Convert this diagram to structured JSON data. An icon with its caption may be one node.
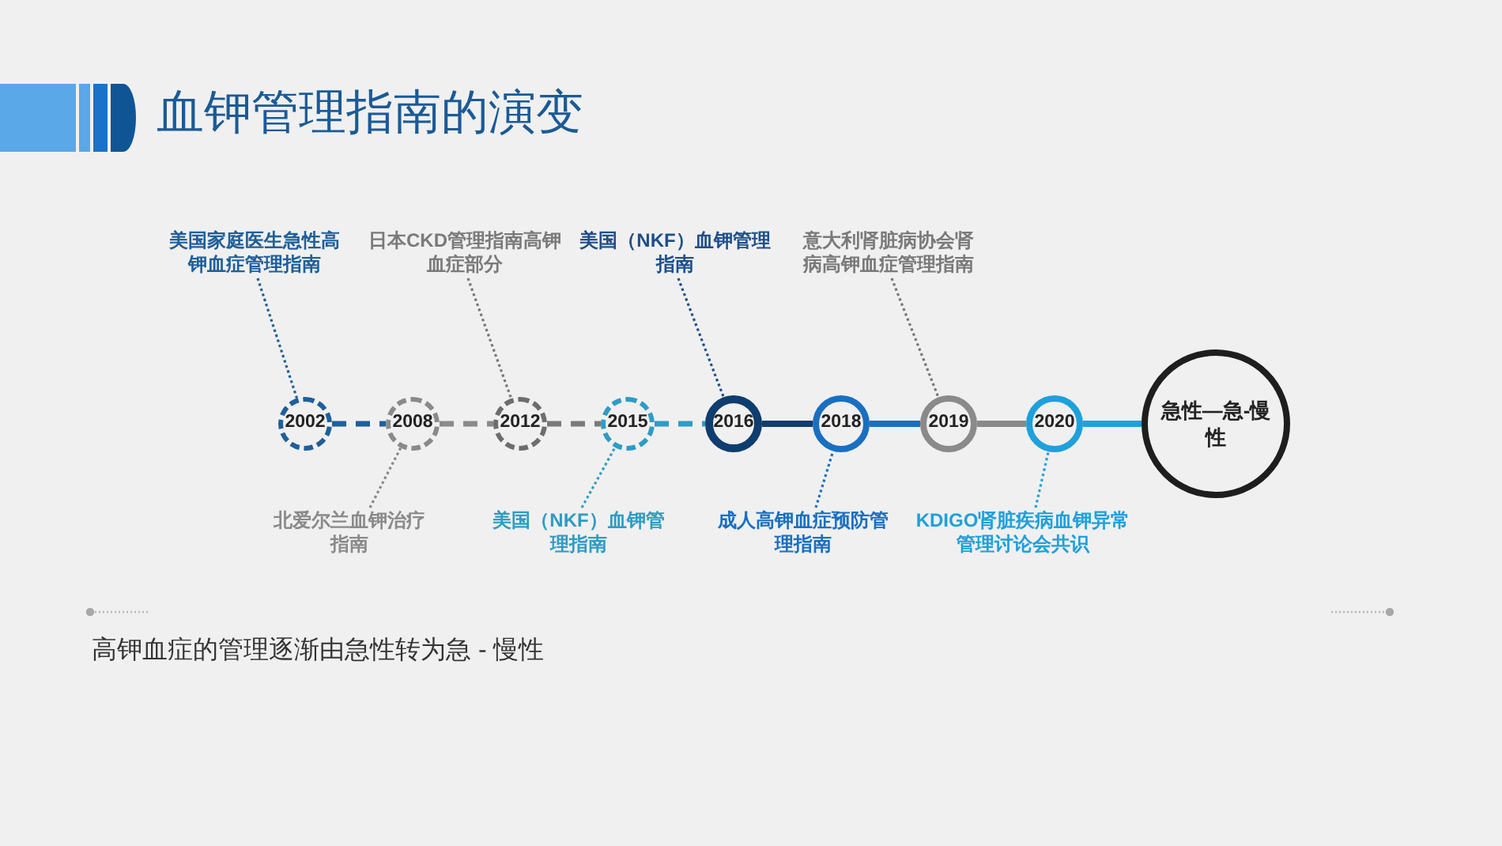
{
  "diagram": {
    "title": "血钾管理指南的演变",
    "caption": "高钾血症的管理逐渐由急性转为急 - 慢性",
    "nodes": [
      {
        "text": [
          "美国家庭医生急性高钾血症管理指南"
        ]
      },
      {
        "text": [
          "日本CKD管理指南高钾血症部分"
        ]
      },
      {
        "text": [
          "美国（NKF）血钾管理指南"
        ]
      },
      {
        "text": [
          "意大利肾脏病协会肾病高钾血症管理指南"
        ]
      },
      {
        "text": [
          "2002"
        ]
      },
      {
        "text": [
          "2008"
        ]
      },
      {
        "text": [
          "2012"
        ]
      },
      {
        "text": [
          "2015"
        ]
      },
      {
        "text": [
          "2016"
        ]
      },
      {
        "text": [
          "2018"
        ]
      },
      {
        "text": [
          "2019"
        ]
      },
      {
        "text": [
          "2020"
        ]
      },
      {
        "text": [
          "急性—急-慢性"
        ]
      },
      {
        "text": [
          "北爱尔兰血钾治疗指南"
        ]
      },
      {
        "text": [
          "美国（NKF）血钾管理指南"
        ]
      },
      {
        "text": [
          "成人高钾血症预防管理指南"
        ]
      },
      {
        "text": [
          "KDIGO肾脏疾病血钾异常管理讨论会共识"
        ]
      }
    ],
    "edges": [
      {
        "from": 4,
        "to": 5,
        "arrow": "none",
        "style": "dashed",
        "color": "#1f5f9a"
      },
      {
        "from": 5,
        "to": 6,
        "arrow": "none",
        "style": "dashed",
        "color": "#8a8a8a"
      },
      {
        "from": 6,
        "to": 7,
        "arrow": "none",
        "style": "dashed",
        "color": "#7a7a7a"
      },
      {
        "from": 7,
        "to": 8,
        "arrow": "none",
        "style": "dashed",
        "color": "#2e9cc4"
      },
      {
        "from": 8,
        "to": 9,
        "arrow": "none",
        "style": "thick",
        "color": "#0f3d6e"
      },
      {
        "from": 9,
        "to": 10,
        "arrow": "none",
        "style": "thick",
        "color": "#1a6fc0"
      },
      {
        "from": 10,
        "to": 11,
        "arrow": "none",
        "style": "thick",
        "color": "#8a8a8a"
      },
      {
        "from": 11,
        "to": 12,
        "arrow": "none",
        "style": "thick",
        "color": "#1fa0db"
      },
      {
        "from": 0,
        "to": 4,
        "arrow": "none",
        "style": "dashed",
        "color": "#1f5f9a"
      },
      {
        "from": 1,
        "to": 6,
        "arrow": "none",
        "style": "dashed",
        "color": "#777777"
      },
      {
        "from": 2,
        "to": 8,
        "arrow": "none",
        "style": "dashed",
        "color": "#1f4f8a"
      },
      {
        "from": 3,
        "to": 10,
        "arrow": "none",
        "style": "dashed",
        "color": "#777777"
      },
      {
        "from": 13,
        "to": 5,
        "arrow": "none",
        "style": "dashed",
        "color": "#888888"
      },
      {
        "from": 14,
        "to": 7,
        "arrow": "none",
        "style": "dashed",
        "color": "#2e9cc4"
      },
      {
        "from": 15,
        "to": 9,
        "arrow": "none",
        "style": "dashed",
        "color": "#1a6fc0"
      },
      {
        "from": 16,
        "to": 11,
        "arrow": "none",
        "style": "dashed",
        "color": "#1fa0db"
      }
    ]
  }
}
